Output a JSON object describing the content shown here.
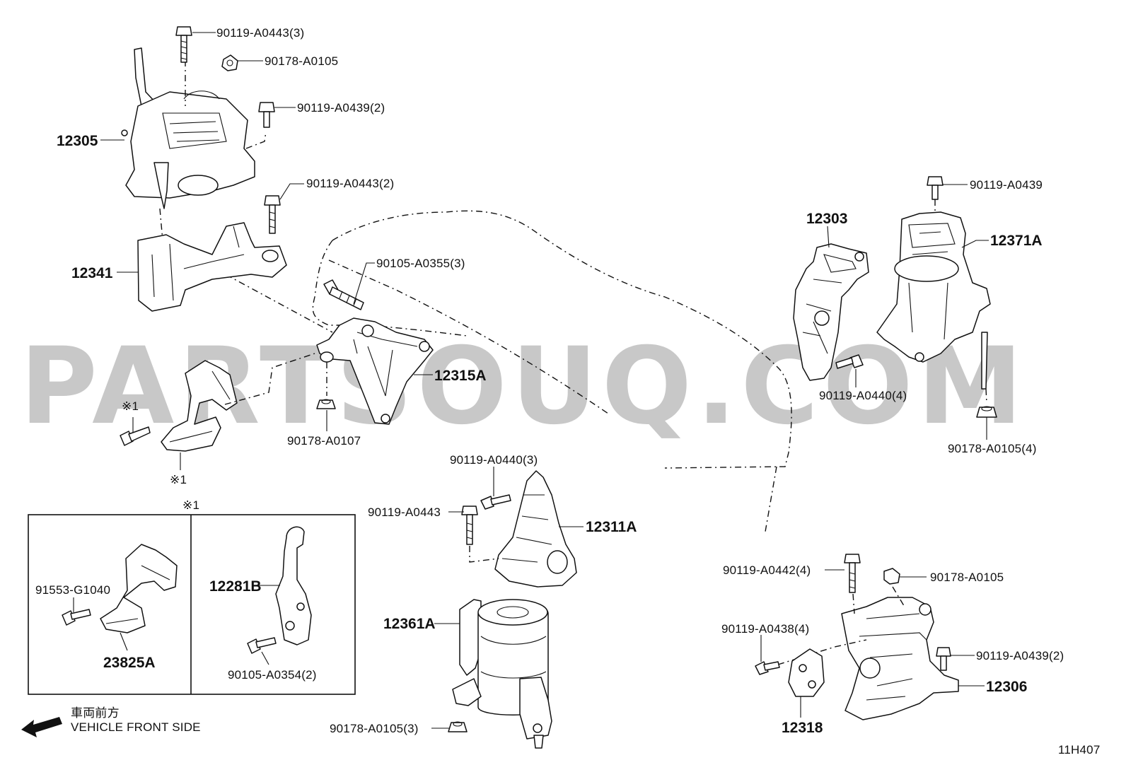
{
  "watermark": "PARTSOUQ.COM",
  "diagram_code": "11H407",
  "front_side": {
    "jp": "車両前方",
    "en": "VEHICLE FRONT SIDE"
  },
  "note_mark": "※1",
  "labels": {
    "p12305": "12305",
    "p12341": "12341",
    "p12315A": "12315A",
    "p12303": "12303",
    "p12371A": "12371A",
    "p12311A": "12311A",
    "p12361A": "12361A",
    "p12306": "12306",
    "p12318": "12318",
    "p12281B": "12281B",
    "p23825A": "23825A",
    "b_0443_3": "90119-A0443(3)",
    "n_0105_top": "90178-A0105",
    "b_0439_2_top": "90119-A0439(2)",
    "b_0443_2": "90119-A0443(2)",
    "b_0355_3": "90105-A0355(3)",
    "n_0107": "90178-A0107",
    "b_0439_right": "90119-A0439",
    "b_0440_4": "90119-A0440(4)",
    "n_0105_4": "90178-A0105(4)",
    "b_0440_3": "90119-A0440(3)",
    "b_0443_mid": "90119-A0443",
    "n_0105_3": "90178-A0105(3)",
    "b_0442_4": "90119-A0442(4)",
    "n_0105_br": "90178-A0105",
    "b_0438_4": "90119-A0438(4)",
    "b_0439_2_br": "90119-A0439(2)",
    "b_G1040": "91553-G1040",
    "b_0354_2": "90105-A0354(2)"
  }
}
